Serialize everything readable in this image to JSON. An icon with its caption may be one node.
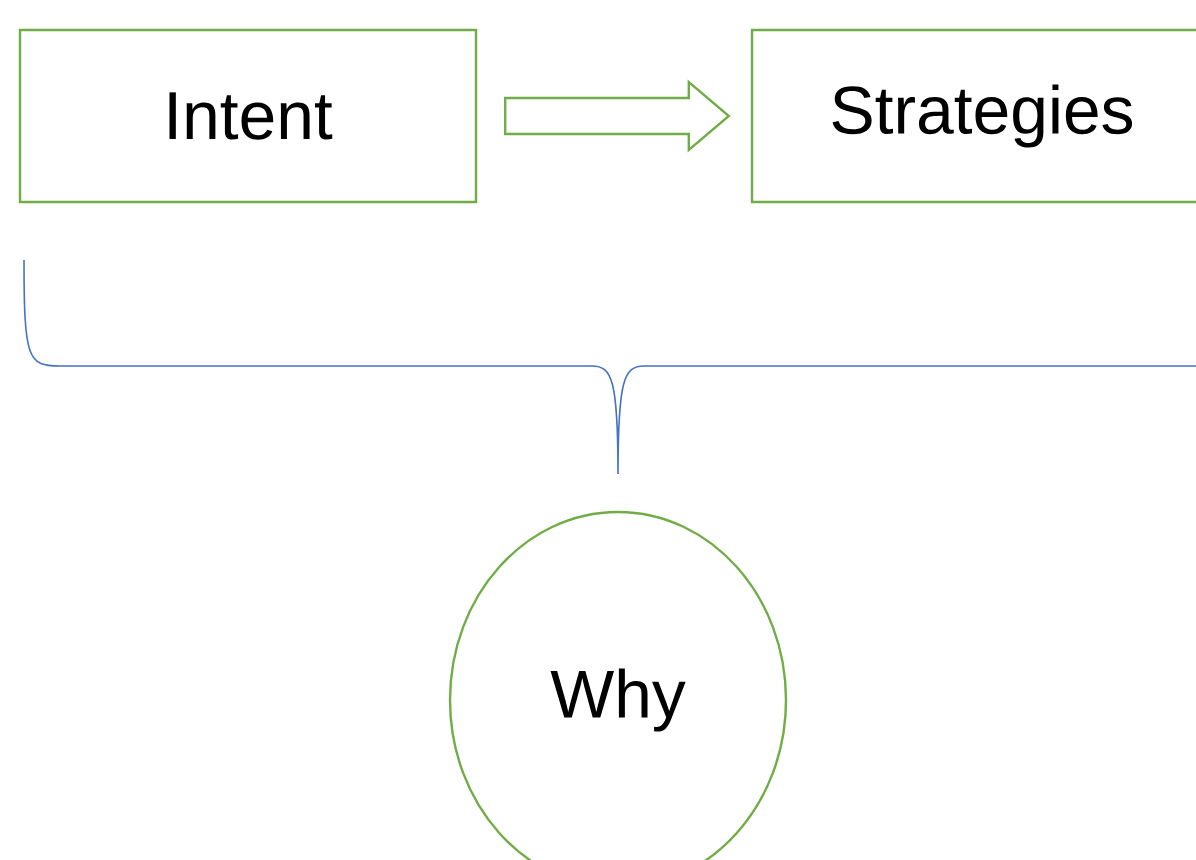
{
  "diagram": {
    "nodes": [
      {
        "text": [
          "Intent"
        ]
      },
      {
        "text": [
          "Strategies"
        ]
      },
      {
        "text": [
          "Why"
        ]
      }
    ],
    "edges": [
      {
        "from": 0,
        "to": 1,
        "arrow": "to"
      }
    ]
  }
}
